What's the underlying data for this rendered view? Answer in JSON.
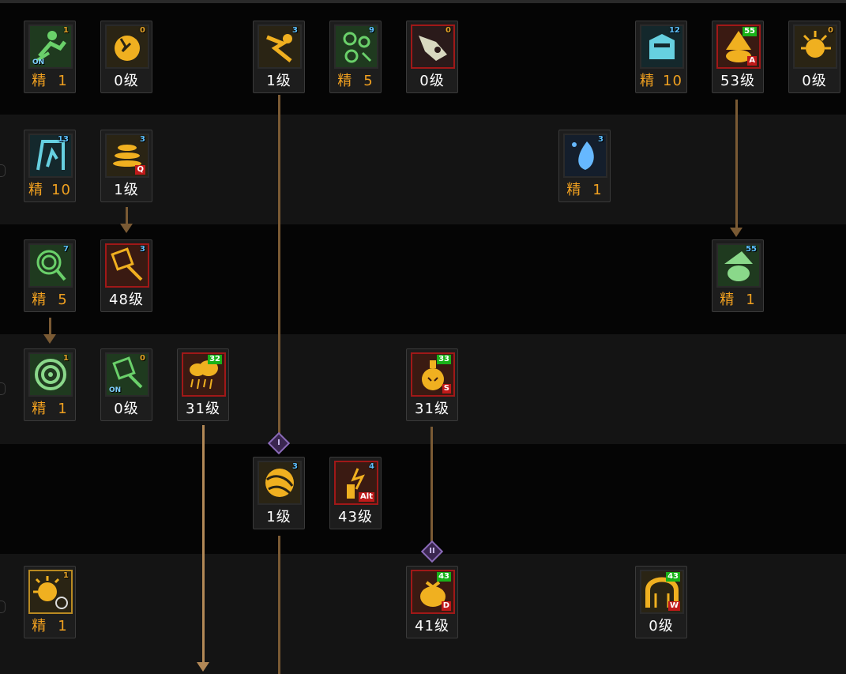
{
  "skills": [
    {
      "id": "s1",
      "level_badge": "1",
      "label_prefix": "精",
      "label_value": "1",
      "tag_on": "ON",
      "color": "#6ad06a",
      "bg": "#1f3a1f"
    },
    {
      "id": "s2",
      "level_badge": "0",
      "label_value": "0级",
      "color": "#f0b020",
      "bg": "#2a2414"
    },
    {
      "id": "s3",
      "level_badge": "3",
      "label_value": "1级",
      "color": "#f0b020",
      "bg": "#2a2414"
    },
    {
      "id": "s4",
      "level_badge": "9",
      "label_prefix": "精",
      "label_value": "5",
      "color": "#6ad06a",
      "bg": "#1f3a1f"
    },
    {
      "id": "s5",
      "level_badge": "0",
      "label_value": "0级",
      "color": "#d8d8c0",
      "bg": "#2a1a1a"
    },
    {
      "id": "s6",
      "level_badge": "12",
      "label_prefix": "精",
      "label_value": "10",
      "color": "#66d0e0",
      "bg": "#14282c"
    },
    {
      "id": "s7",
      "level_badge": "55",
      "label_value": "53级",
      "key": "A",
      "color": "#f0b020",
      "bg": "#3a1a12"
    },
    {
      "id": "s8",
      "level_badge": "0",
      "label_value": "0级",
      "color": "#f0b020",
      "bg": "#2a2414"
    },
    {
      "id": "s9",
      "level_badge": "13",
      "label_prefix": "精",
      "label_value": "10",
      "color": "#66d0e0",
      "bg": "#14282c"
    },
    {
      "id": "s10",
      "level_badge": "3",
      "label_value": "1级",
      "key": "Q",
      "color": "#f0b020",
      "bg": "#2a2414"
    },
    {
      "id": "s11",
      "level_badge": "3",
      "label_prefix": "精",
      "label_value": "1",
      "color": "#66b8ff",
      "bg": "#141e2c"
    },
    {
      "id": "s12",
      "level_badge": "7",
      "label_prefix": "精",
      "label_value": "5",
      "color": "#6ad06a",
      "bg": "#1f3a1f"
    },
    {
      "id": "s13",
      "level_badge": "3",
      "label_value": "48级",
      "color": "#f0b020",
      "bg": "#3a1a12"
    },
    {
      "id": "s14",
      "level_badge": "55",
      "label_prefix": "精",
      "label_value": "1",
      "color": "#8ad88a",
      "bg": "#1f3a1f"
    },
    {
      "id": "s15",
      "level_badge": "1",
      "label_prefix": "精",
      "label_value": "1",
      "color": "#6ad06a",
      "bg": "#1f3a1f"
    },
    {
      "id": "s16",
      "level_badge": "0",
      "label_value": "0级",
      "tag_on": "ON",
      "color": "#6ad06a",
      "bg": "#1f3a1f"
    },
    {
      "id": "s17",
      "level_badge": "32",
      "label_value": "31级",
      "color": "#f0b020",
      "bg": "#3a1a12"
    },
    {
      "id": "s18",
      "level_badge": "33",
      "label_value": "31级",
      "key": "S",
      "color": "#f0b020",
      "bg": "#3a1a12"
    },
    {
      "id": "s19",
      "level_badge": "3",
      "label_value": "1级",
      "color": "#f0b020",
      "bg": "#2a2414"
    },
    {
      "id": "s20",
      "level_badge": "4",
      "label_value": "43级",
      "key": "Alt",
      "color": "#f0b020",
      "bg": "#3a1a12"
    },
    {
      "id": "s21",
      "level_badge": "1",
      "label_prefix": "精",
      "label_value": "1",
      "color": "#f0b020",
      "bg": "#2a2414"
    },
    {
      "id": "s22",
      "level_badge": "43",
      "label_value": "41级",
      "key": "D",
      "color": "#f0b020",
      "bg": "#3a1a12"
    },
    {
      "id": "s23",
      "level_badge": "43",
      "label_value": "0级",
      "key": "W",
      "color": "#f0b020",
      "bg": "#2a2414"
    }
  ],
  "tier_markers": {
    "first": "I",
    "second": "II"
  },
  "colors": {
    "connector": "#7a5a34",
    "connector_bright": "#b28856",
    "badge_green": "#19b219",
    "key_red": "#c01a1a",
    "elite_orange": "#f0a020"
  }
}
